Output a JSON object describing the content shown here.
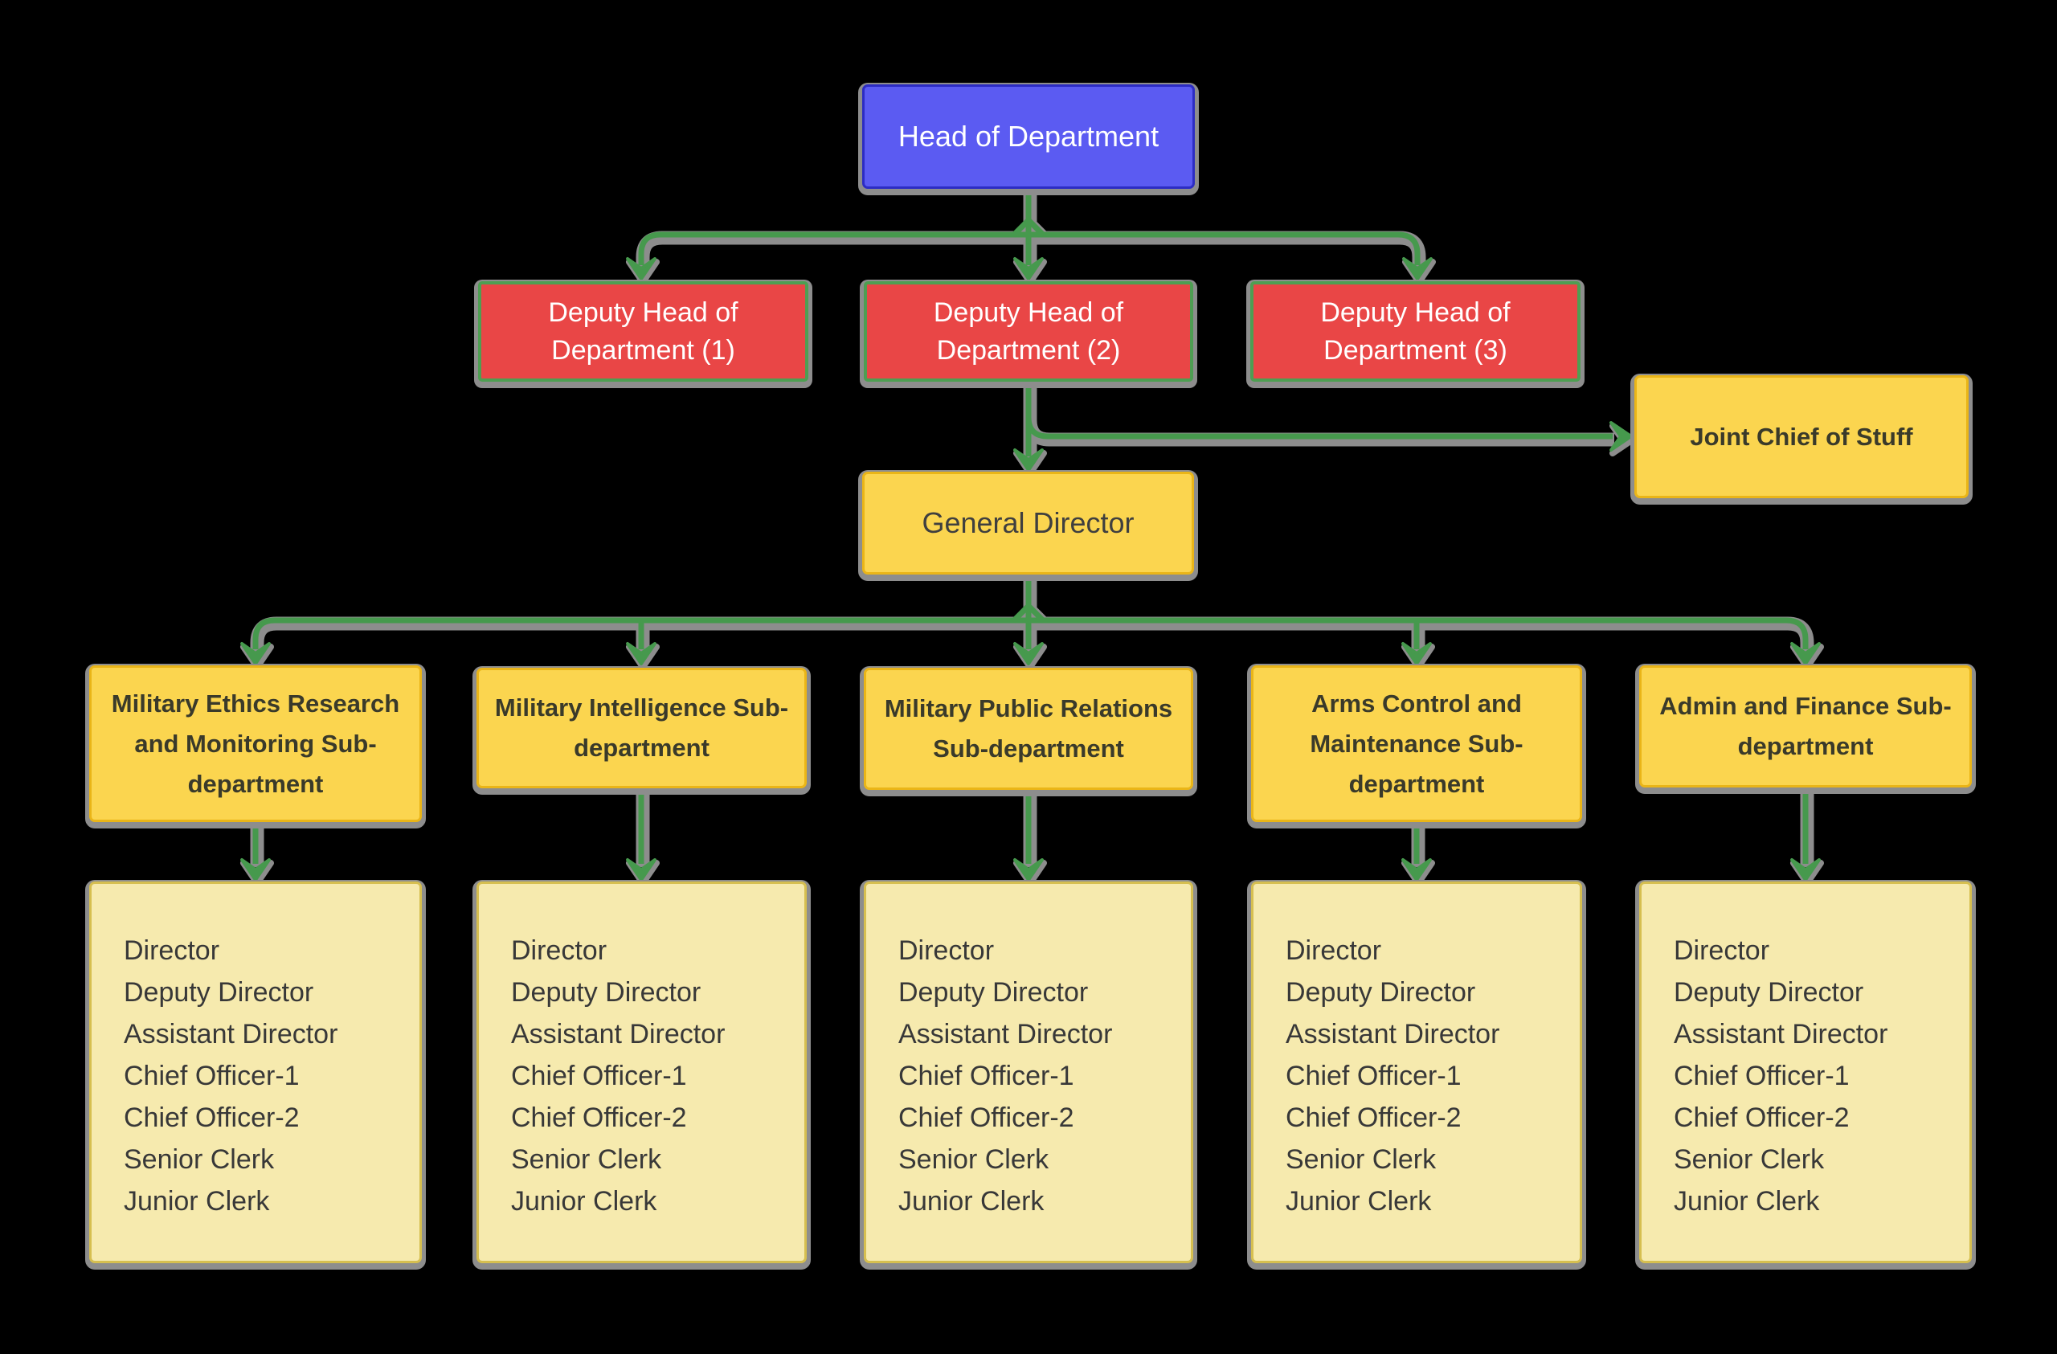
{
  "org_chart": {
    "head": {
      "label": "Head of Department"
    },
    "deputies": [
      {
        "label": "Deputy Head of\nDepartment (1)"
      },
      {
        "label": "Deputy Head of\nDepartment (2)"
      },
      {
        "label": "Deputy Head of\nDepartment (3)"
      }
    ],
    "joint_chief": {
      "label": "Joint Chief of Stuff"
    },
    "general_director": {
      "label": "General Director"
    },
    "sub_departments": [
      {
        "label": "Military Ethics Research\nand Monitoring Sub-\ndepartment"
      },
      {
        "label": "Military Intelligence Sub-\ndepartment"
      },
      {
        "label": "Military Public Relations\nSub-department"
      },
      {
        "label": "Arms Control and\nMaintenance Sub-\ndepartment"
      },
      {
        "label": "Admin and Finance Sub-\ndepartment"
      }
    ],
    "staff_roles": [
      "Director",
      "Deputy Director",
      "Assistant Director",
      "Chief Officer-1",
      "Chief Officer-2",
      "Senior Clerk",
      "Junior Clerk"
    ],
    "colors": {
      "background": "#000000",
      "head_fill": "#5b5bf2",
      "head_border": "#2c2cc4",
      "deputy_fill": "#e94646",
      "deputy_border": "#4e9e52",
      "yellow_fill": "#fbd54f",
      "yellow_border": "#eab517",
      "list_fill": "#f6eaae",
      "list_border": "#d6bf50",
      "connector_green": "#46994d",
      "shadow_gray": "#8d8d8d",
      "text_light": "#ffffff",
      "text_dark": "#3a3a3a"
    }
  }
}
